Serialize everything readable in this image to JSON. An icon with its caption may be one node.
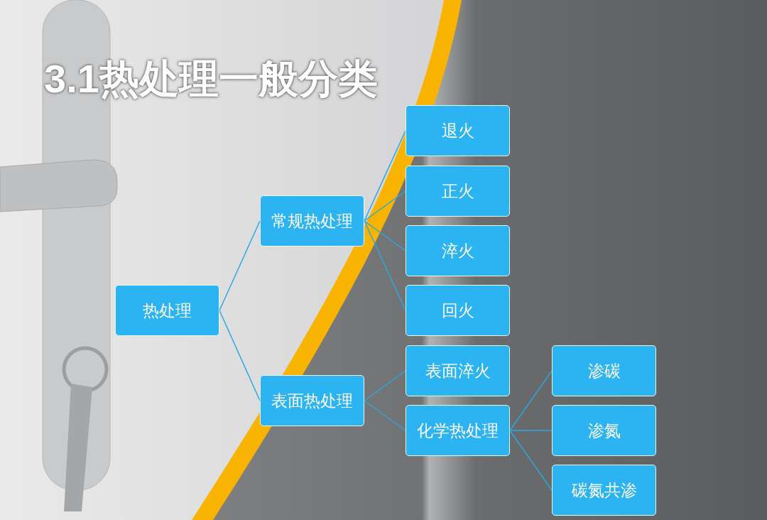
{
  "diagram": {
    "title": "3.1热处理一般分类",
    "nodes": [
      {
        "text": [
          "热处理"
        ]
      },
      {
        "text": [
          "常规热处理"
        ]
      },
      {
        "text": [
          "表面热处理"
        ]
      },
      {
        "text": [
          "退火"
        ]
      },
      {
        "text": [
          "正火"
        ]
      },
      {
        "text": [
          "淬火"
        ]
      },
      {
        "text": [
          "回火"
        ]
      },
      {
        "text": [
          "表面淬火"
        ]
      },
      {
        "text": [
          "化学热处理"
        ]
      },
      {
        "text": [
          "渗碳"
        ]
      },
      {
        "text": [
          "渗氮"
        ]
      },
      {
        "text": [
          "碳氮共渗"
        ]
      }
    ],
    "edges": [
      {
        "from": 0,
        "to": 1,
        "arrow": "none"
      },
      {
        "from": 0,
        "to": 2,
        "arrow": "none"
      },
      {
        "from": 1,
        "to": 3,
        "arrow": "none"
      },
      {
        "from": 1,
        "to": 4,
        "arrow": "none"
      },
      {
        "from": 1,
        "to": 5,
        "arrow": "none"
      },
      {
        "from": 1,
        "to": 6,
        "arrow": "none"
      },
      {
        "from": 2,
        "to": 7,
        "arrow": "none"
      },
      {
        "from": 2,
        "to": 8,
        "arrow": "none"
      },
      {
        "from": 8,
        "to": 9,
        "arrow": "none"
      },
      {
        "from": 8,
        "to": 10,
        "arrow": "none"
      },
      {
        "from": 8,
        "to": 11,
        "arrow": "none"
      }
    ]
  }
}
